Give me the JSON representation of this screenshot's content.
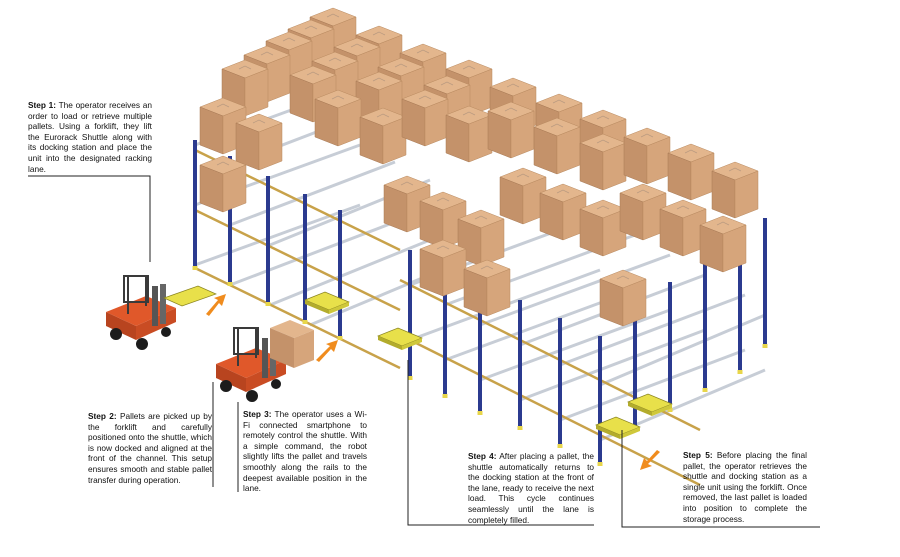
{
  "steps": [
    {
      "label": "Step 1:",
      "text": " The operator receives an order to load or retrieve multiple pallets. Using a forklift, they lift the Eurorack Shuttle along with its docking station and place the unit into the designated racking lane."
    },
    {
      "label": "Step 2:",
      "text": " Pallets are picked up by the forklift and carefully positioned onto the shuttle, which is now docked and aligned at the front of the channel. This setup ensures smooth and stable pallet transfer during operation."
    },
    {
      "label": "Step 3:",
      "text": " The operator uses a Wi-Fi connected smartphone to remotely control the shuttle. With a simple command, the robot slightly lifts the pallet and travels smoothly along the rails to the deepest available position in the lane."
    },
    {
      "label": "Step 4:",
      "text": " After placing a pallet, the shuttle automatically returns to the docking station at the front of the lane, ready to receive the next load. This cycle continues seamlessly until the lane is completely filled."
    },
    {
      "label": "Step 5:",
      "text": " Before placing the final pallet, the operator retrieves the shuttle and docking station as a single unit using the forklift. Once removed, the last pallet is loaded into position to complete the storage process."
    }
  ],
  "colors": {
    "upright": "#2b3a8f",
    "beam": "#c8a24a",
    "rail": "#c7cdd6",
    "box_top": "#e3b68d",
    "box_left": "#c4926a",
    "box_right": "#d6a57b",
    "forklift": "#e0582a",
    "shuttle": "#e8e04a",
    "arrow": "#f08c1e",
    "leader": "#222222"
  },
  "icons": [
    "forklift-icon",
    "shuttle-icon",
    "arrow-icon"
  ]
}
